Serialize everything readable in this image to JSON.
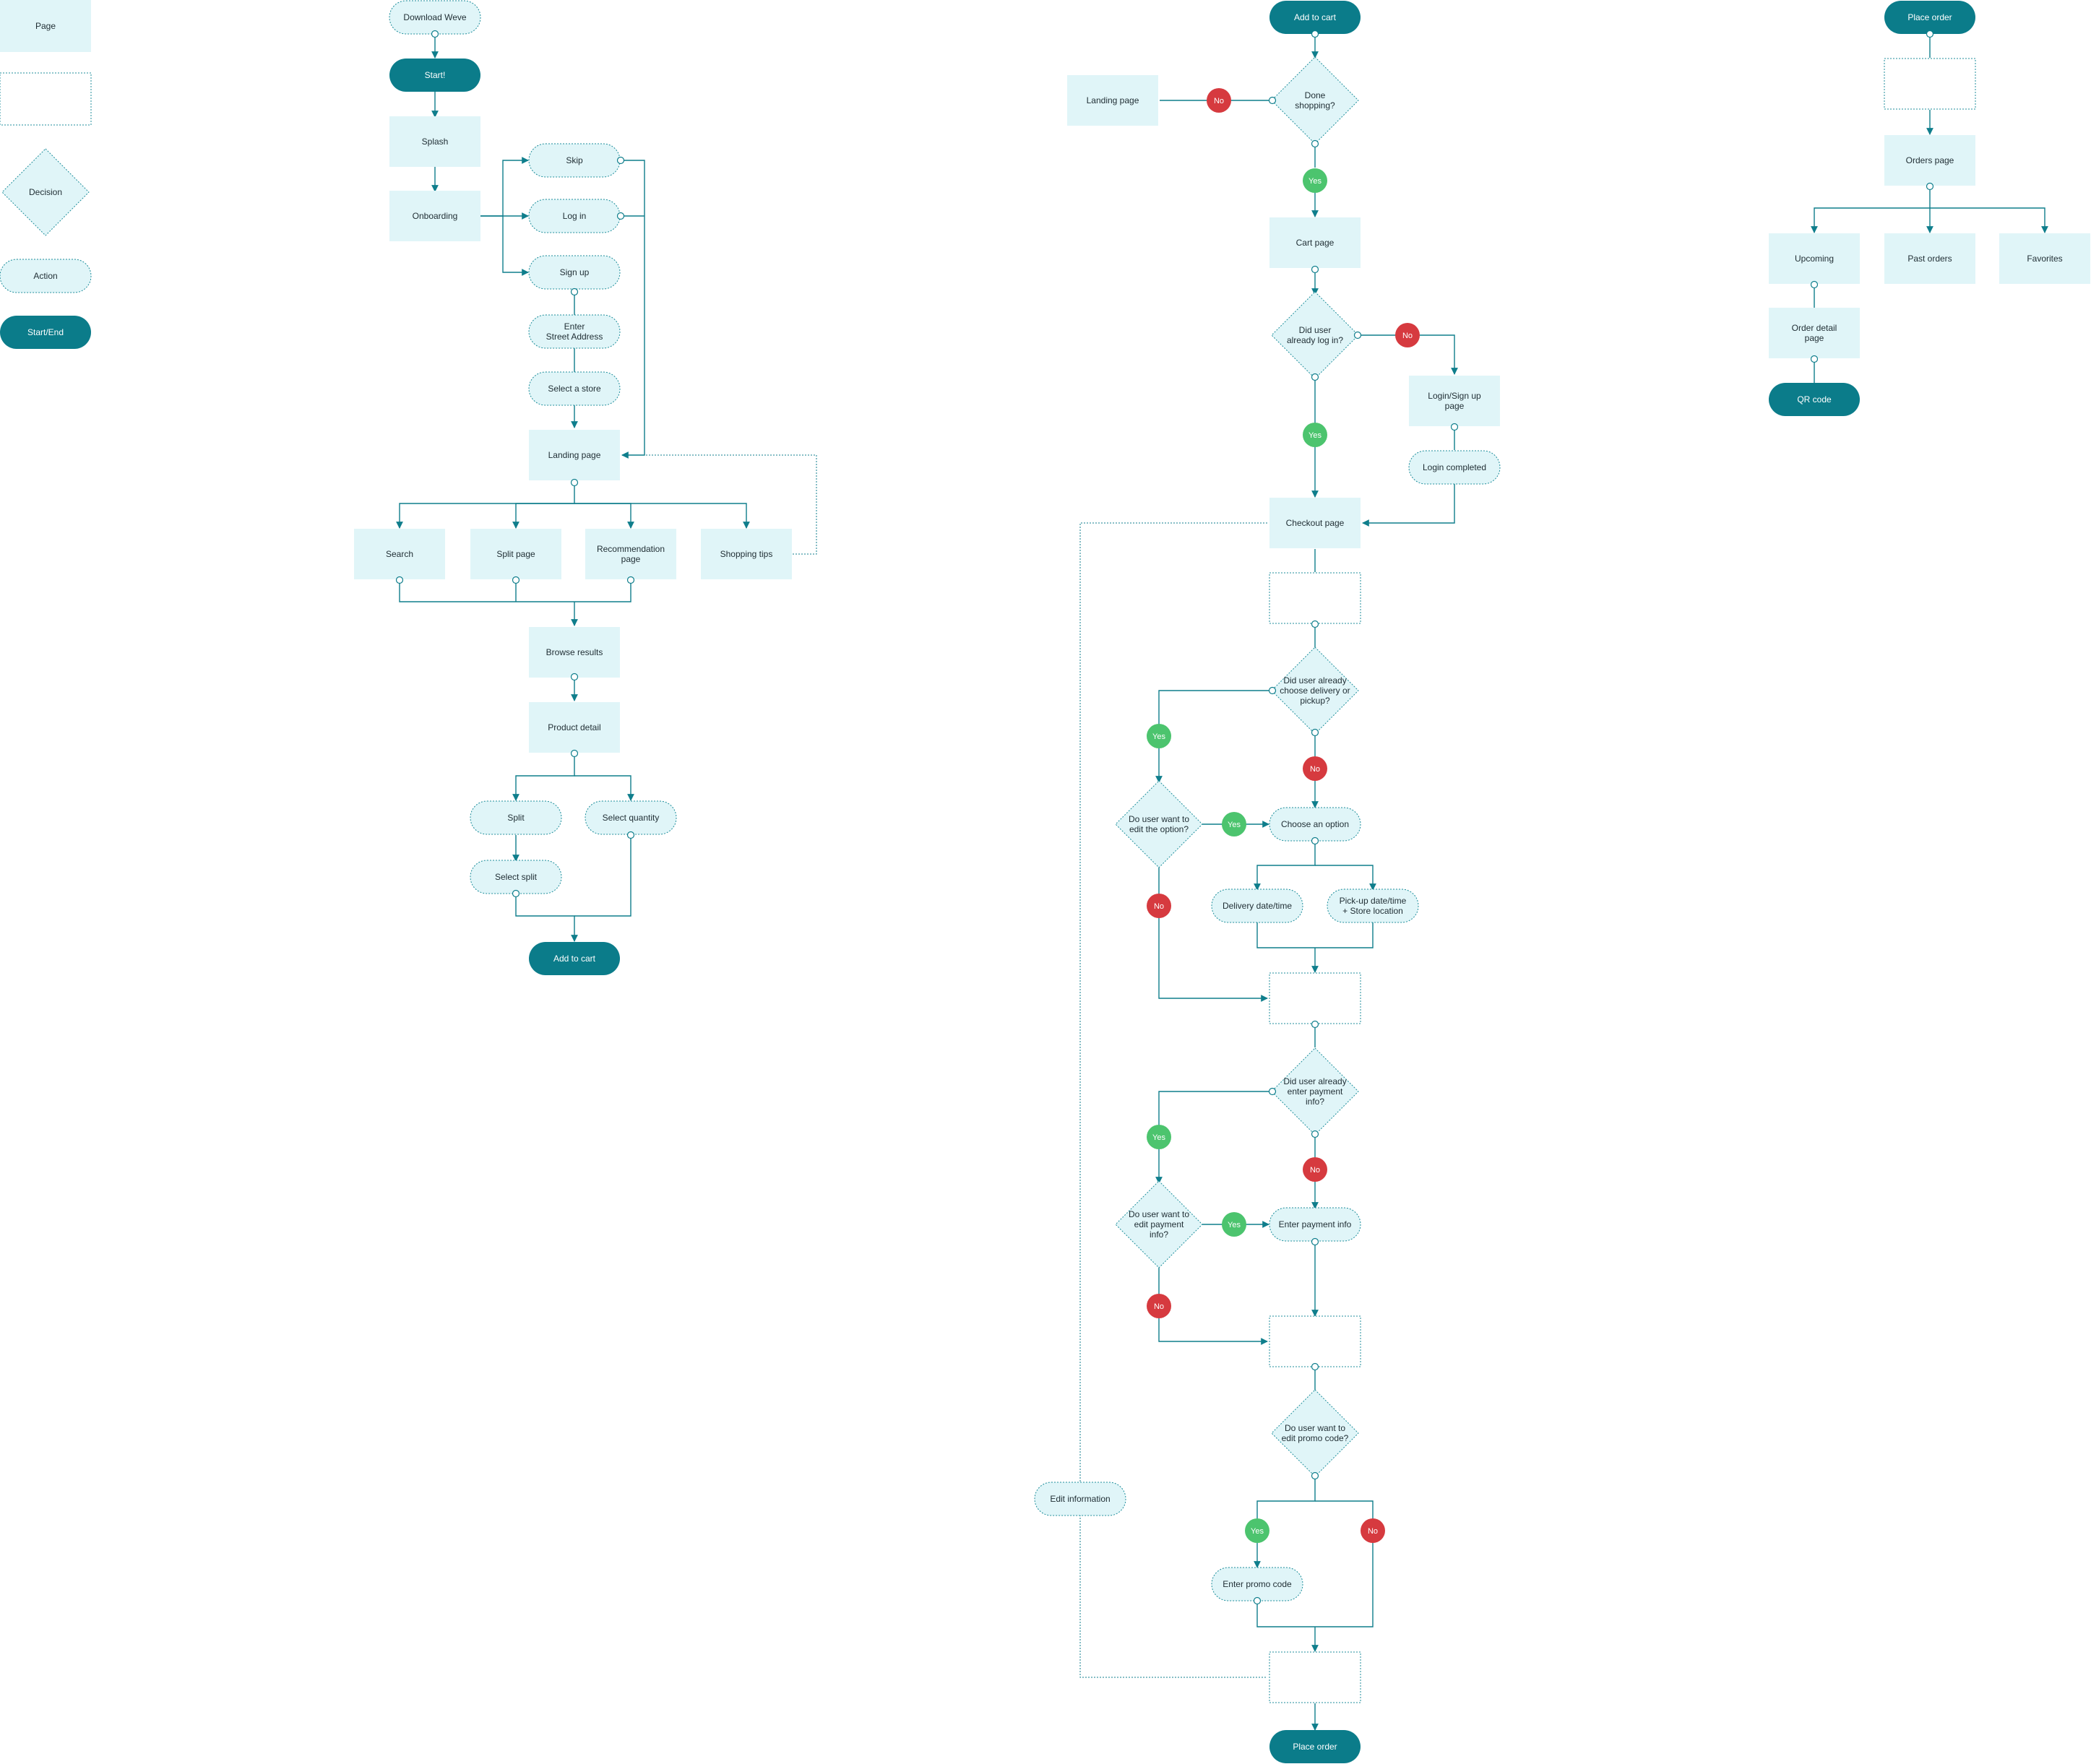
{
  "colors": {
    "page_fill": "#e0f5f8",
    "action_border": "#1f8e9b",
    "start_end_fill": "#0b7c8a",
    "connector": "#0f7e8c",
    "yes_badge": "#4cc46e",
    "no_badge": "#d63a3f",
    "label_text": "#1f2d33"
  },
  "legend": {
    "page": "Page",
    "decision": "Decision",
    "action": "Action",
    "start_end": "Start/End"
  },
  "flow1": {
    "download": "Download Weve",
    "start": "Start!",
    "splash": "Splash",
    "onboarding": "Onboarding",
    "skip": "Skip",
    "login": "Log in",
    "signup": "Sign up",
    "address": [
      "Enter",
      "Street Address"
    ],
    "select_store": "Select a store",
    "landing": "Landing page",
    "search": "Search",
    "split_page": "Split page",
    "recommendation": [
      "Recommendation",
      "page"
    ],
    "tips": "Shopping tips",
    "browse": "Browse results",
    "product": "Product detail",
    "split": "Split",
    "select_quantity": "Select quantity",
    "select_split": "Select split",
    "add_to_cart": "Add to cart"
  },
  "flow2": {
    "add_to_cart": "Add to cart",
    "landing": "Landing page",
    "done_shopping": [
      "Done",
      "shopping?"
    ],
    "cart": "Cart page",
    "logged_in": [
      "Did user",
      "already log in?"
    ],
    "login_page": [
      "Login/Sign up",
      "page"
    ],
    "login_completed": "Login completed",
    "checkout": "Checkout page",
    "choose_delivery_q": [
      "Did user already",
      "choose delivery or",
      "pickup?"
    ],
    "edit_option_q": [
      "Do user want to",
      "edit the option?"
    ],
    "choose_option": "Choose an option",
    "delivery": "Delivery date/time",
    "pickup": [
      "Pick-up date/time",
      "+ Store location"
    ],
    "payment_q": [
      "Did user already",
      "enter payment",
      "info?"
    ],
    "edit_payment_q": [
      "Do user want to",
      "edit payment",
      "info?"
    ],
    "enter_payment": "Enter payment info",
    "promo_q": [
      "Do user want to",
      "edit promo code?"
    ],
    "edit_info": "Edit information",
    "enter_promo": "Enter promo code",
    "place_order": "Place order"
  },
  "flow3": {
    "place_order": "Place order",
    "orders": "Orders page",
    "upcoming": "Upcoming",
    "past": "Past orders",
    "favorites": "Favorites",
    "order_detail": [
      "Order detail",
      "page"
    ],
    "qr": "QR code"
  },
  "badges": {
    "yes": "Yes",
    "no": "No"
  }
}
